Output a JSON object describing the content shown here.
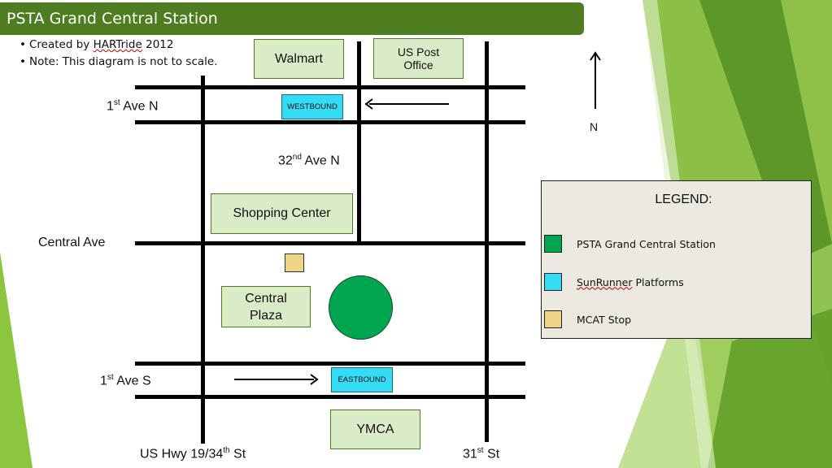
{
  "slide": {
    "title": "PSTA Grand Central Station",
    "bullets": [
      {
        "before": "Created by ",
        "squiggle": "HARTride",
        "after": " 2012"
      },
      {
        "before": "Note: This diagram is not to scale.",
        "squiggle": "",
        "after": ""
      }
    ]
  },
  "map": {
    "streets": {
      "first_ave_n": {
        "base": "1",
        "sup": "st",
        "rest": " Ave N"
      },
      "thirty_second_ave_n": {
        "base": "32",
        "sup": "nd",
        "rest": " Ave N"
      },
      "central_ave": {
        "base": "Central Ave",
        "sup": "",
        "rest": ""
      },
      "first_ave_s": {
        "base": "1",
        "sup": "st",
        "rest": " Ave S"
      },
      "us_hwy": {
        "base": "US Hwy 19/34",
        "sup": "th",
        "rest": " St"
      },
      "thirty_first_st": {
        "base": "31",
        "sup": "st",
        "rest": " St"
      }
    },
    "places": {
      "walmart": "Walmart",
      "post_office": "US Post Office",
      "shopping_center": "Shopping Center",
      "central_plaza": "Central Plaza",
      "ymca": "YMCA"
    },
    "platforms": {
      "westbound": "WESTBOUND",
      "eastbound": "EASTBOUND"
    },
    "north_label": "N"
  },
  "legend": {
    "title": "LEGEND:",
    "items": [
      {
        "label": "PSTA Grand Central Station",
        "squiggle": "",
        "suffix": "",
        "color": "#00a550"
      },
      {
        "label": "",
        "squiggle": "SunRunner",
        "suffix": " Platforms",
        "color": "#33dcf4"
      },
      {
        "label": "MCAT Stop",
        "squiggle": "",
        "suffix": "",
        "color": "#f0d488"
      }
    ]
  },
  "colors": {
    "title_bar": "#4e7d1f",
    "place_fill": "#d9ecc7",
    "legend_fill": "#ebe9e0"
  }
}
